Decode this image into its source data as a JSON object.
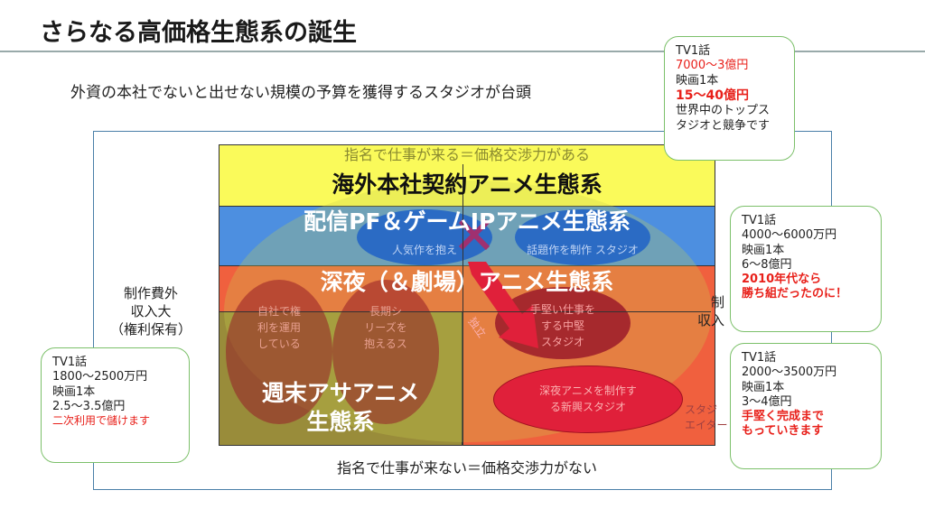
{
  "header": {
    "title": "さらなる高価格生態系の誕生"
  },
  "subtitle": "外資の本社でないと出せない規模の予算を獲得するスタジオが台頭",
  "axis": {
    "top": "指名で仕事が来る＝価格交渉力がある",
    "bottom": "指名で仕事が来ない＝価格交渉力がない",
    "left": [
      "制作費外",
      "収入大",
      "（権利保有）"
    ],
    "right": [
      "制",
      "収入"
    ]
  },
  "bands": {
    "overseas": "海外本社契約アニメ生態系",
    "streaming": "配信PF＆ゲームIPアニメ生態系",
    "latenight": "深夜（＆劇場）アニメ生態系",
    "weekend": [
      "週末アサアニメ",
      "生態系"
    ]
  },
  "blobs": {
    "popular": "人気作を抱え",
    "hit": [
      "話題作を制作",
      "スタジオ"
    ],
    "rights": [
      "自社で権",
      "利を運用",
      "している"
    ],
    "series": [
      "長期シ",
      "リーズを",
      "抱えるス"
    ],
    "midsize": [
      "手堅い仕事を",
      "する中堅",
      "スタジオ"
    ],
    "newcomer": [
      "深夜アニメを制作す",
      "る新興スタジオ"
    ],
    "arrow_label": "独立",
    "faint": [
      "スタジ",
      "エイター"
    ]
  },
  "callouts": {
    "top": {
      "l1": "TV1話",
      "l2": "7000～3億円",
      "l3": "映画1本",
      "l4": "15～40億円",
      "l5": "世界中のトップス",
      "l6": "タジオと競争です"
    },
    "streaming": {
      "l1": "TV1話",
      "l2": "4000～6000万円",
      "l3": "映画1本",
      "l4": "6～8億円",
      "l5": "2010年代なら",
      "l6": "勝ち組だったのに！"
    },
    "latenight": {
      "l1": "TV1話",
      "l2": "2000～3500万円",
      "l3": "映画1本",
      "l4": "3～4億円",
      "l5": "手堅く完成まで",
      "l6": "もっていきます"
    },
    "weekend": {
      "l1": "TV1話",
      "l2": "1800～2500万円",
      "l3": "映画1本",
      "l4": "2.5～3.5億円",
      "l5": "二次利用で儲けます"
    }
  },
  "colors": {
    "yellow": "#fafa5a",
    "blue": "#4d8fe0",
    "red": "#f0603e",
    "olive": "#998c3a",
    "accent_red": "#e8201a",
    "callout_border": "#7cc06a"
  }
}
